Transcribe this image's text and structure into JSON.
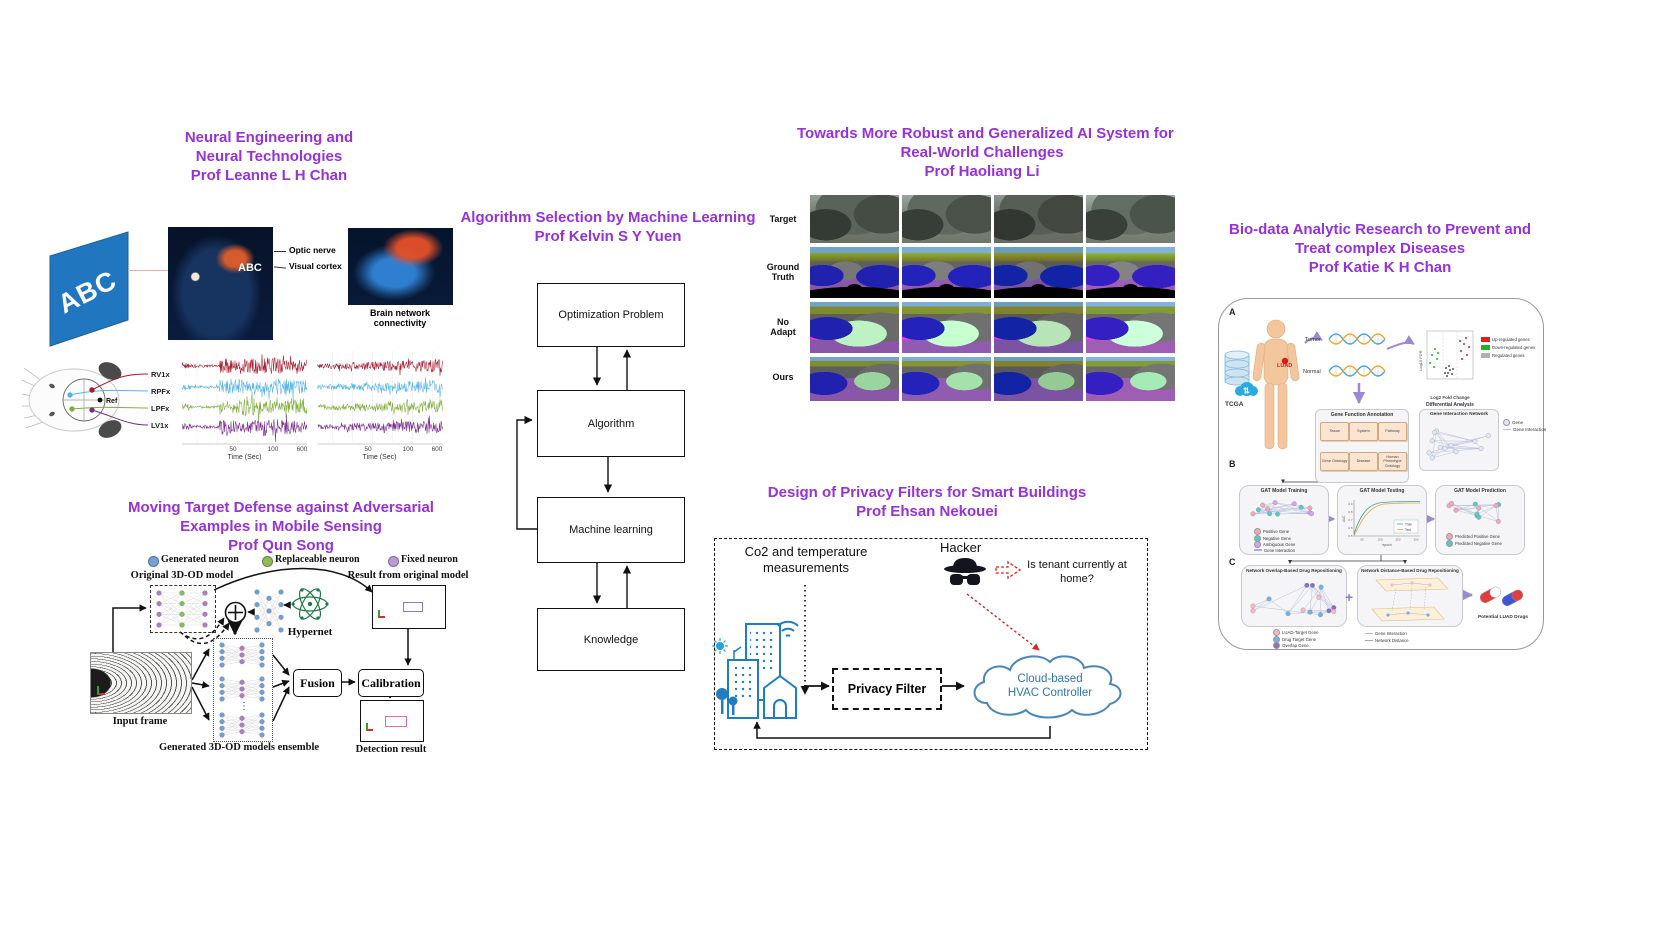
{
  "accent": "#9632d8",
  "neural": {
    "title": [
      "Neural Engineering and",
      "Neural Technologies",
      "Prof Leanne L H Chan"
    ],
    "abc_sign": "ABC",
    "abc_cortex": "ABC",
    "optic_nerve": "Optic nerve",
    "visual_cortex": "Visual cortex",
    "brain_caption": "Brain network connectivity",
    "ref": "Ref",
    "channels": [
      {
        "label": "RV1x",
        "color": "#a81c30"
      },
      {
        "label": "RPFx",
        "color": "#56b4e9"
      },
      {
        "label": "LPFx",
        "color": "#7fae3e"
      },
      {
        "label": "LV1x",
        "color": "#7b2d8e"
      }
    ],
    "time_ticks": [
      "50",
      "100",
      "600"
    ],
    "time_label": "Time (Sec)"
  },
  "algorithm": {
    "title": [
      "Algorithm Selection by Machine Learning",
      "Prof Kelvin S Y Yuen"
    ],
    "boxes": [
      "Optimization Problem",
      "Algorithm",
      "Machine learning",
      "Knowledge"
    ]
  },
  "robust": {
    "title": [
      "Towards More Robust and Generalized AI System for",
      "Real-World Challenges",
      "Prof Haoliang Li"
    ],
    "rows": [
      "Target",
      "Ground\nTruth",
      "No\nAdapt",
      "Ours"
    ]
  },
  "biodata": {
    "title": [
      "Bio-data Analytic Research to Prevent and",
      "Treat complex Diseases",
      "Prof Katie K H Chan"
    ],
    "panel_a_label": "A",
    "panel_b_label": "B",
    "panel_c_label": "C",
    "tcga": "TCGA",
    "luad": "LUAD",
    "tumor": "Tumor",
    "normal": "Normal",
    "volcano": {
      "ylabel": "Log10 FDR",
      "xlabel": "Log2 Fold Change",
      "caption": "Differential Analysis",
      "legend": [
        {
          "label": "Up-regulated genes",
          "color": "#e02020"
        },
        {
          "label": "Down-regulated genes",
          "color": "#21b421"
        },
        {
          "label": "Regulated genes",
          "color": "#b0b0b0"
        }
      ]
    },
    "annotation": {
      "title": "Gene Function Annotation",
      "boxes": [
        "Tissue",
        "System",
        "Pathway",
        "Gene Ontology",
        "Disease",
        "Human Phenotype Ontology"
      ]
    },
    "network": {
      "title": "Gene Interaction Network",
      "legend": [
        "Gene",
        "Gene Interaction"
      ]
    },
    "gat": {
      "boxes": [
        "GAT Model Training",
        "GAT Model Testing",
        "GAT Model Prediction"
      ],
      "training_legend": [
        "Positive Gene",
        "Negative Gene",
        "Ambiguous Gene",
        "Gene Interaction"
      ],
      "testing_legend": [
        "Train",
        "Test"
      ],
      "xlabel": "epoch",
      "ylabel": "AUC",
      "yticks": [
        "0.9",
        "0.8",
        "0.7",
        "0.6",
        "0.5"
      ],
      "xticks": [
        "50",
        "150",
        "250",
        "350"
      ],
      "prediction_legend": [
        "Predicted Positive Gene",
        "Predicted Negative Gene"
      ]
    },
    "repositioning": {
      "boxes": [
        "Network Overlap-Based Drug Repositioning",
        "Network Distance-Based Drug Repositioning"
      ],
      "plus": "+",
      "legend_nodes": [
        "LUAD-Target Gene",
        "Drug Target Gene",
        "Overlap Gene"
      ],
      "legend_lines": [
        "Gene Interaction",
        "Network Distance"
      ],
      "caption": "Potential LUAD Drugs"
    }
  },
  "mtd": {
    "title": [
      "Moving Target Defense against Adversarial",
      "Examples in Mobile Sensing",
      "Prof Qun Song"
    ],
    "legend": [
      {
        "label": "Generated neuron",
        "color": "#7aa0d4"
      },
      {
        "label": "Replaceable neuron",
        "color": "#8fbc5a"
      },
      {
        "label": "Fixed neuron",
        "color": "#b99bd6"
      }
    ],
    "original_model": "Original 3D-OD model",
    "result_label": "Result from original model",
    "hypernet": "Hypernet",
    "input_frame": "Input frame",
    "ensemble": "Generated 3D-OD models ensemble",
    "ensemble_dots": "⋮",
    "fusion": "Fusion",
    "calibration": "Calibration",
    "detection": "Detection result"
  },
  "privacy": {
    "title": [
      "Design of Privacy Filters for Smart Buildings",
      "Prof Ehsan Nekouei"
    ],
    "measurements": "Co2 and temperature\nmeasurements",
    "hacker": "Hacker",
    "question": "Is tenant currently at\nhome?",
    "filter": "Privacy Filter",
    "cloud": "Cloud-based\nHVAC Controller",
    "cloud_color": "#2e75b6"
  }
}
